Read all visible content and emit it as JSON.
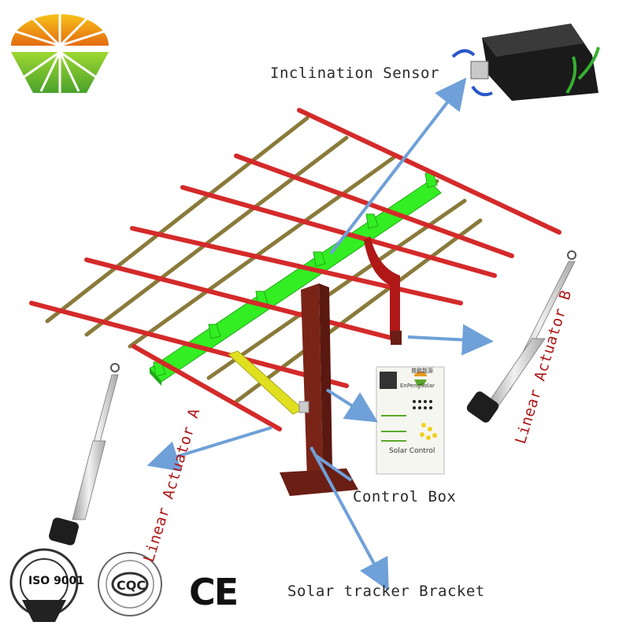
{
  "labels": {
    "inclination_sensor": "Inclination Sensor",
    "linear_actuator_a": "Linear Actuator A",
    "linear_actuator_b": "Linear Actuator B",
    "control_box": "Control Box",
    "bracket": "Solar tracker Bracket"
  },
  "control_box_panel": {
    "brand": "EnPengSolar",
    "chinese_title": "普鹏能源",
    "title": "Solar Control"
  },
  "certifications": {
    "iso": "ISO 9001",
    "cqc": "CQC",
    "ce": "CE"
  },
  "colors": {
    "frame_rails": "#d42a2a",
    "purlins": "#8a7a3a",
    "torque_tube": "#33ee22",
    "post": "#7a2418",
    "arrows": "#6fa0d8",
    "actuator_a_mount": "#e0e020"
  }
}
